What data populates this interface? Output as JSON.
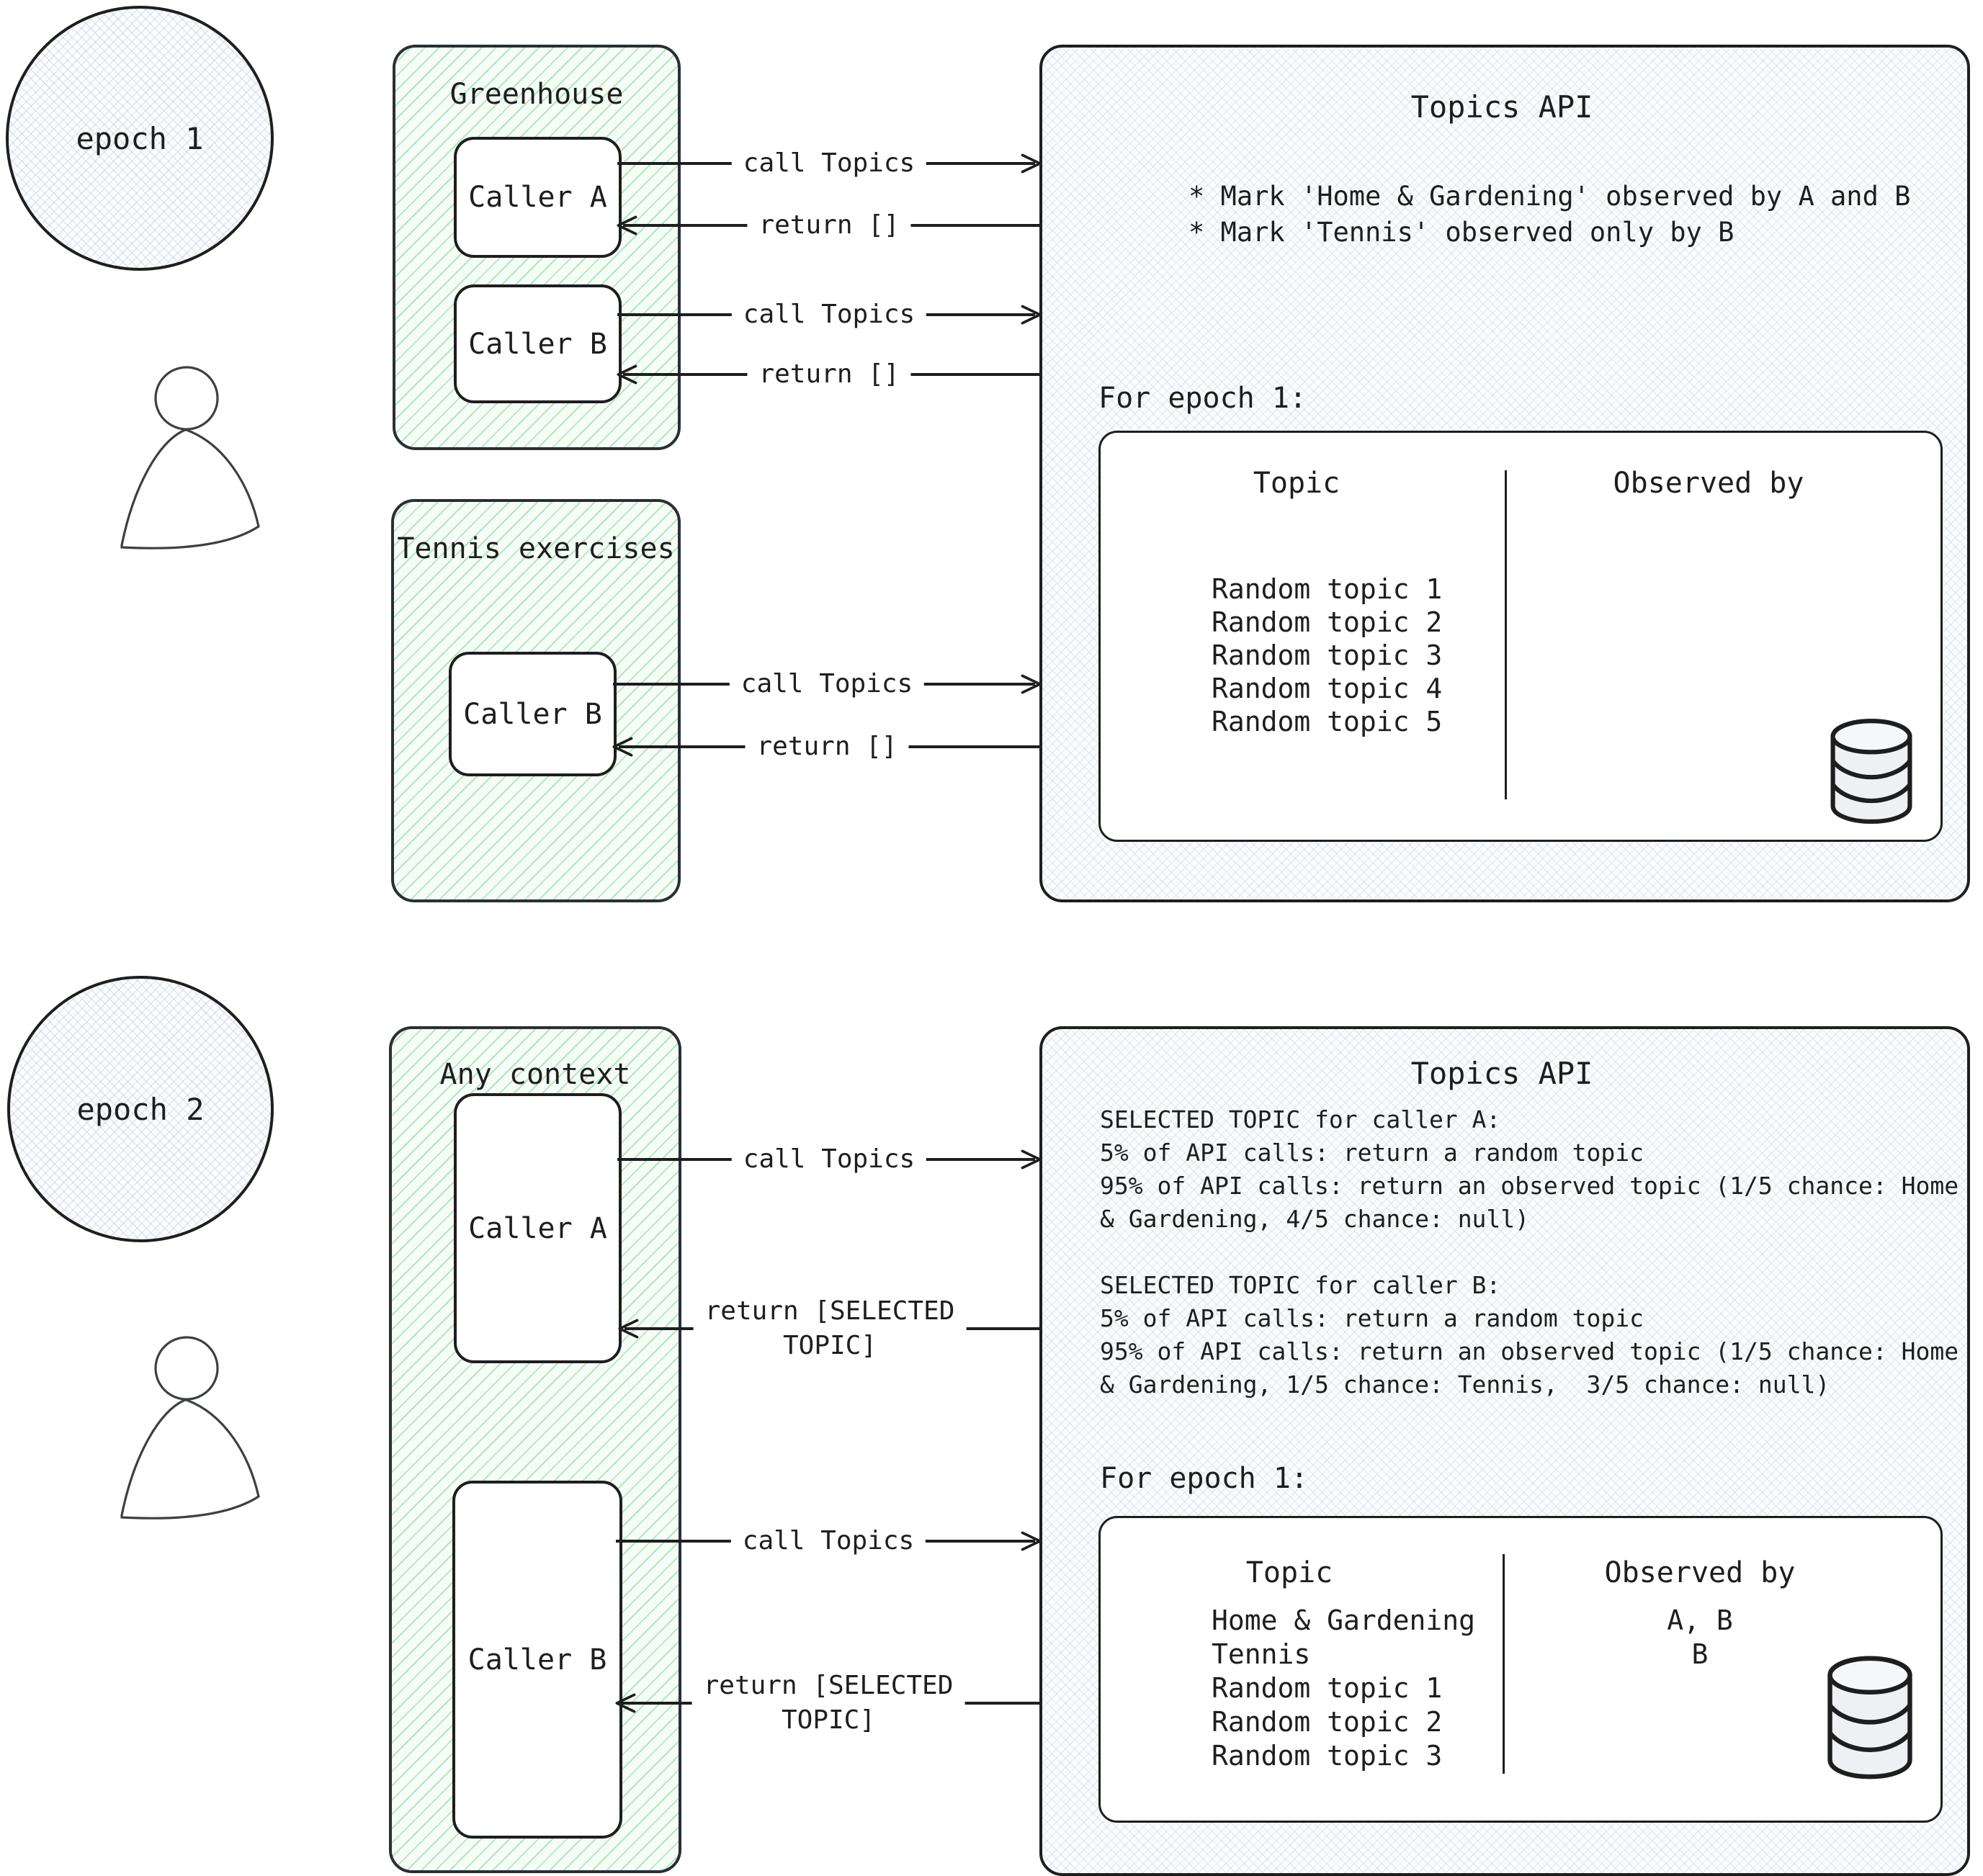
{
  "colors": {
    "ink": "#1e1e1e",
    "green_stripe": "#76d68d",
    "hatch_gray": "#adb7cb"
  },
  "labels": {
    "call_topics": "call Topics",
    "return_empty": "return []",
    "return_selected_line1": "return [SELECTED",
    "return_selected_line2": "TOPIC]"
  },
  "callers": {
    "a": "Caller A",
    "b": "Caller B"
  },
  "epoch1": {
    "circle_label": "epoch 1",
    "greenhouse_title": "Greenhouse",
    "tennis_title": "Tennis exercises",
    "api": {
      "title": "Topics API",
      "bullets": [
        "* Mark 'Home & Gardening' observed by A and B",
        "* Mark 'Tennis' observed only by B"
      ],
      "for_label": "For epoch 1:",
      "table": {
        "topic_header": "Topic",
        "observed_header": "Observed by",
        "rows": [
          {
            "topic": "Random topic 1",
            "observed": ""
          },
          {
            "topic": "Random topic 2",
            "observed": ""
          },
          {
            "topic": "Random topic 3",
            "observed": ""
          },
          {
            "topic": "Random topic 4",
            "observed": ""
          },
          {
            "topic": "Random topic 5",
            "observed": ""
          }
        ]
      }
    }
  },
  "epoch2": {
    "circle_label": "epoch 2",
    "context_title": "Any context",
    "api": {
      "title": "Topics API",
      "lines": [
        "SELECTED TOPIC for caller A:",
        "5% of API calls: return a random topic",
        "95% of API calls: return an observed topic (1/5 chance: Home",
        "& Gardening, 4/5 chance: null)",
        "",
        "SELECTED TOPIC for caller B:",
        "5% of API calls: return a random topic",
        "95% of API calls: return an observed topic (1/5 chance: Home",
        "& Gardening, 1/5 chance: Tennis,  3/5 chance: null)"
      ],
      "for_label": "For epoch 1:",
      "table": {
        "topic_header": "Topic",
        "observed_header": "Observed by",
        "rows": [
          {
            "topic": "Home & Gardening",
            "observed": "A, B"
          },
          {
            "topic": "Tennis",
            "observed": "B"
          },
          {
            "topic": "Random topic 1",
            "observed": ""
          },
          {
            "topic": "Random topic 2",
            "observed": ""
          },
          {
            "topic": "Random topic 3",
            "observed": ""
          }
        ]
      }
    }
  }
}
